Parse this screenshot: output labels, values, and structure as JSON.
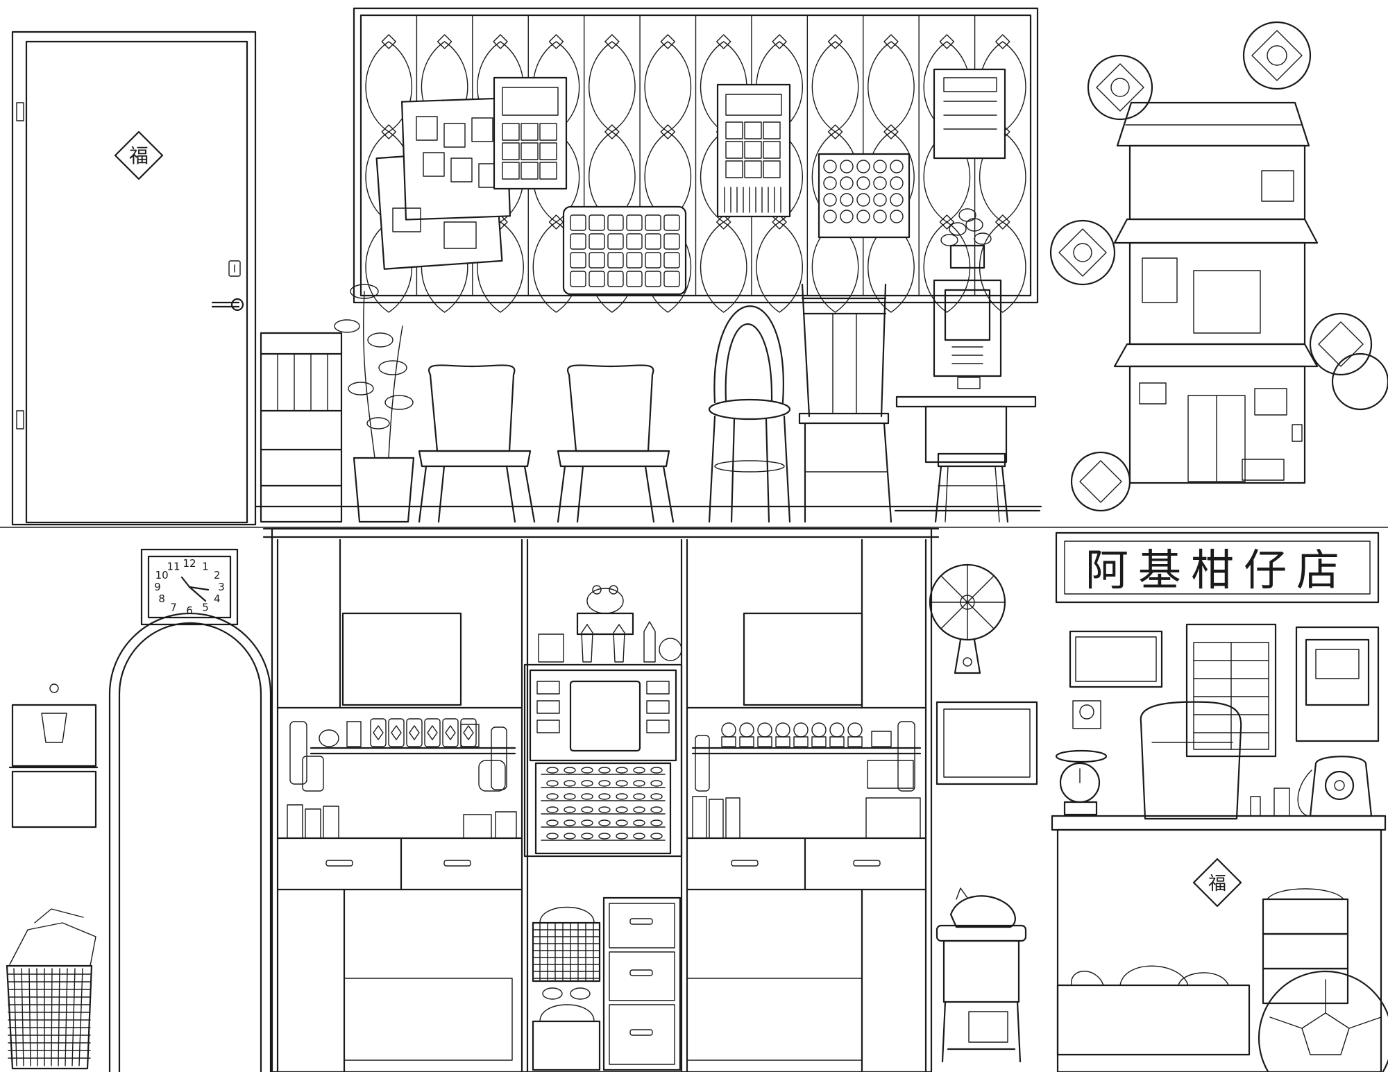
{
  "shop_sign": {
    "text": "阿基柑仔店"
  },
  "wall_clock": {
    "numerals": [
      "12",
      "1",
      "2",
      "3",
      "4",
      "5",
      "6",
      "7",
      "8",
      "9",
      "10",
      "11"
    ]
  },
  "door_charm": {
    "text": "福"
  },
  "counter_charm": {
    "text": "福"
  }
}
